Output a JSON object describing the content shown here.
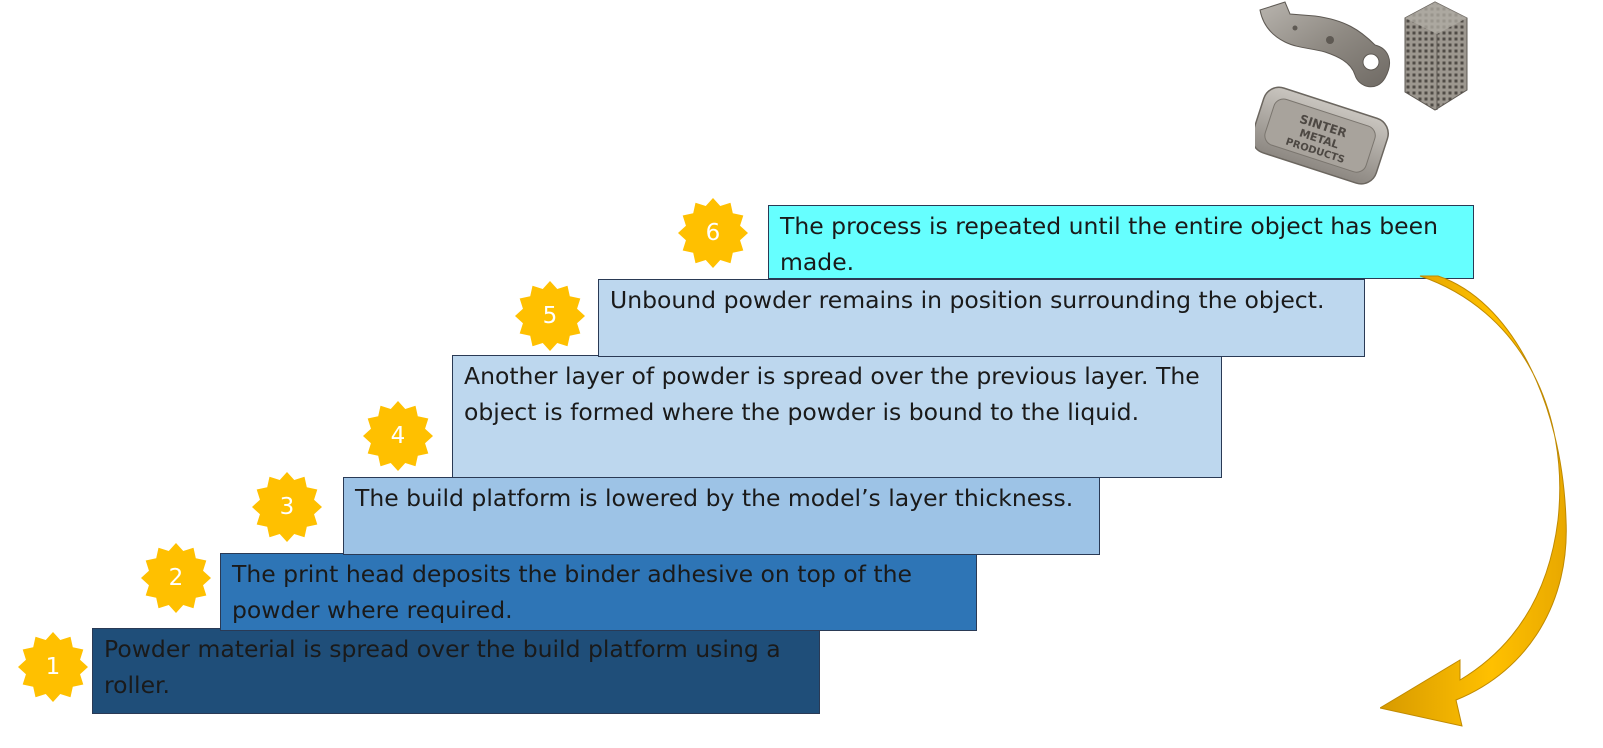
{
  "steps": [
    {
      "number": "1",
      "text": "Powder material is spread over the build platform using a roller.",
      "color": "#1f4e79"
    },
    {
      "number": "2",
      "text": "The print head deposits the binder adhesive on top of the powder where required.",
      "color": "#2e75b6"
    },
    {
      "number": "3",
      "text": "The build platform is lowered by the model’s layer thickness.",
      "color": "#9dc3e6"
    },
    {
      "number": "4",
      "text": "Another layer of powder is spread over the previous layer. The object is formed where the powder is bound to the liquid.",
      "color": "#bdd7ee"
    },
    {
      "number": "5",
      "text": "Unbound powder remains in position surrounding the object.",
      "color": "#bdd7ee"
    },
    {
      "number": "6",
      "text": "The process is repeated until the entire object has been made.",
      "color": "#66ffff"
    }
  ],
  "badge_color": "#ffc000",
  "arrow_color": "#ffc000",
  "product_plate_text": "SINTER METAL PRODUCTS"
}
